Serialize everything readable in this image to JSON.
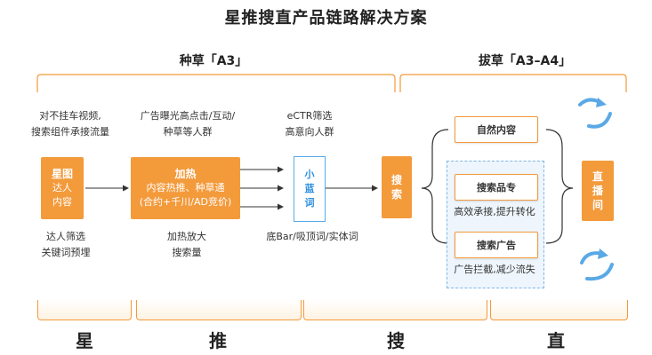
{
  "title": "星推搜直产品链路解决方案",
  "sections": {
    "left": "种草「A3」",
    "right": "拔草「A3–A4」"
  },
  "columns": {
    "xing": {
      "top_lines": [
        "对不挂车视频,",
        "搜索组件承接流量"
      ],
      "box_title": "星图",
      "box_lines": [
        "达人",
        "内容"
      ],
      "bottom_lines": [
        "达人筛选",
        "关键词预埋"
      ]
    },
    "tui": {
      "top_lines": [
        "广告曝光高点击/互动/",
        "种草等人群"
      ],
      "box_title": "加热",
      "box_lines": [
        "内容热推、种草通",
        "(合约+千川/AD竞价)"
      ],
      "bottom_lines": [
        "加热放大",
        "搜索量"
      ]
    },
    "xiaolanci": {
      "top_lines": [
        "eCTR筛选",
        "高意向人群"
      ],
      "box_chars": [
        "小",
        "蓝",
        "词"
      ],
      "bottom_line": "底Bar/吸顶词/实体词"
    },
    "sou": {
      "box_chars": [
        "搜",
        "索"
      ]
    },
    "right_group": {
      "natural": "自然内容",
      "pinzhuan": "搜索品专",
      "pinzhuan_desc": "高效承接,提升转化",
      "ad": "搜索广告",
      "ad_desc": "广告拦截,减少流失"
    },
    "zhibo": {
      "box_chars": [
        "直",
        "播",
        "间"
      ]
    }
  },
  "bottom_labels": [
    "星",
    "推",
    "搜",
    "直"
  ],
  "colors": {
    "accent": "#f39a3b",
    "blue": "#5aa9e6",
    "dashed_fill": "#eef5fc"
  }
}
